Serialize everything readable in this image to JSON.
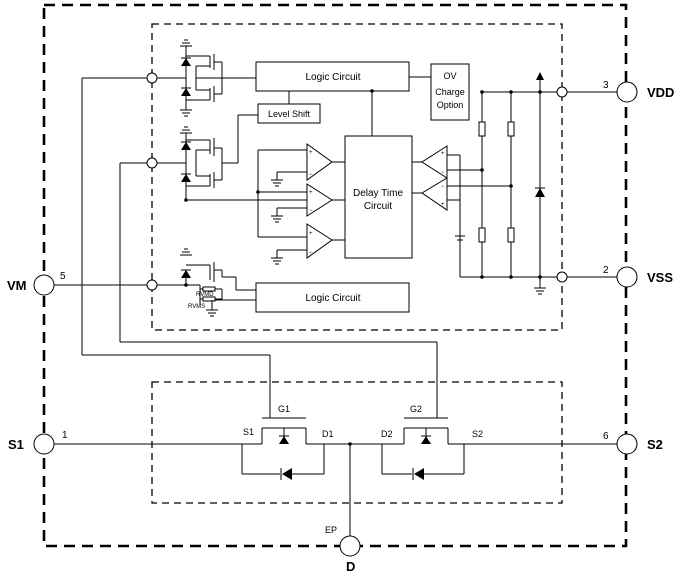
{
  "blocks": {
    "logic_top": "Logic Circuit",
    "logic_bottom": "Logic Circuit",
    "level_shift": "Level Shift",
    "delay_line1": "Delay Time",
    "delay_line2": "Circuit",
    "ov_line1": "OV",
    "ov_line2": "Charge",
    "ov_line3": "Option"
  },
  "pins": {
    "vdd": {
      "label": "VDD",
      "number": "3"
    },
    "vss": {
      "label": "VSS",
      "number": "2"
    },
    "vm": {
      "label": "VM",
      "number": "5"
    },
    "s1": {
      "label": "S1",
      "number": "1"
    },
    "s2": {
      "label": "S2",
      "number": "6"
    },
    "d": {
      "label": "D",
      "tab": "EP"
    }
  },
  "resistors": {
    "vmd": "RVMD",
    "vms": "RVMS"
  },
  "mosfets": {
    "g1": "G1",
    "s1": "S1",
    "d1": "D1",
    "g2": "G2",
    "d2": "D2",
    "s2": "S2"
  },
  "colors": {
    "line": "#000000",
    "background": "#ffffff"
  }
}
